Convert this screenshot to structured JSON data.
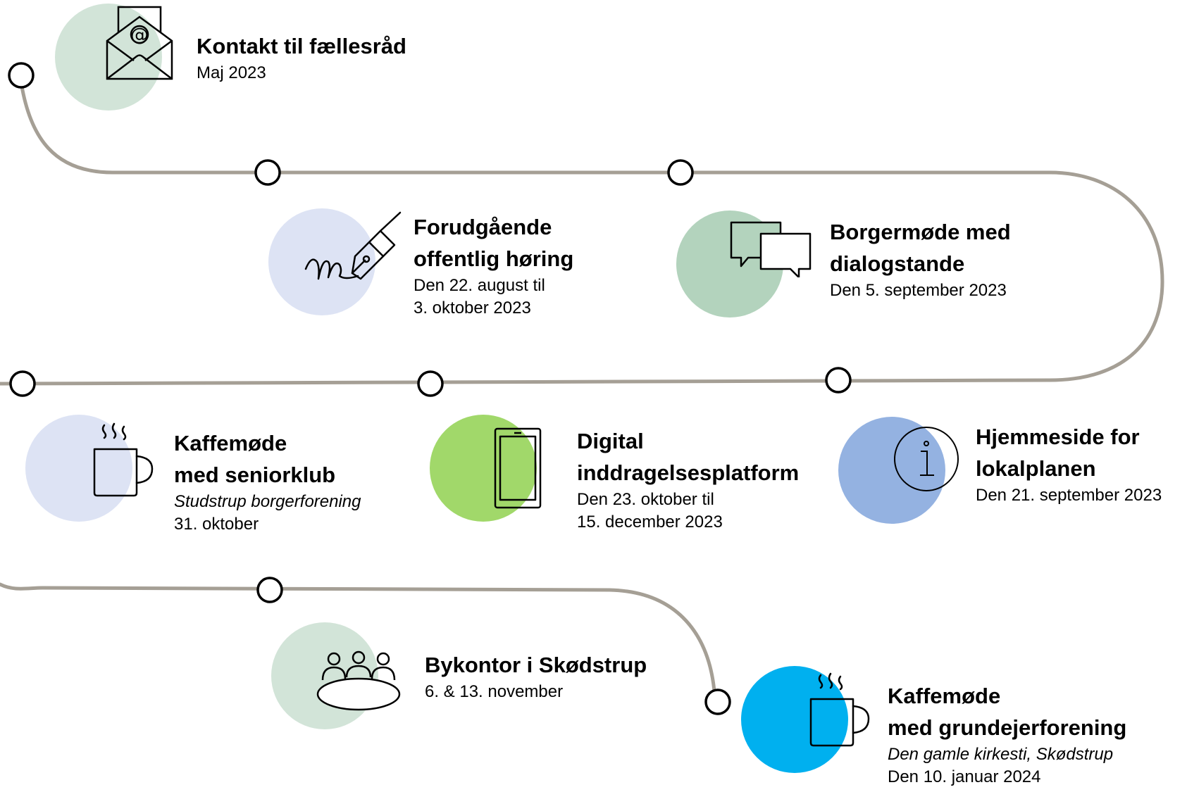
{
  "colors": {
    "path": "#a59f95",
    "green_light": "#d2e4d8",
    "green_mid": "#b3d3bd",
    "lavender": "#dde3f4",
    "lime": "#a1d86a",
    "blue_soft": "#94b2e1",
    "cyan": "#00b0ef"
  },
  "items": [
    {
      "key": "kontakt",
      "icon": "envelope-icon",
      "title_lines": [
        "Kontakt til fællesråd"
      ],
      "lines": [
        "Maj 2023"
      ]
    },
    {
      "key": "horing",
      "icon": "pen-signature-icon",
      "title_lines": [
        "Forudgående",
        "offentlig høring"
      ],
      "lines": [
        "Den 22. august til",
        "3. oktober 2023"
      ]
    },
    {
      "key": "borgermode",
      "icon": "chat-bubbles-icon",
      "title_lines": [
        "Borgermøde med",
        "dialogstande"
      ],
      "lines": [
        "Den 5. september 2023"
      ]
    },
    {
      "key": "seniorklub",
      "icon": "coffee-cup-icon",
      "title_lines": [
        "Kaffemøde",
        "med seniorklub"
      ],
      "italic": "Studstrup borgerforening",
      "lines": [
        "31. oktober"
      ]
    },
    {
      "key": "digital",
      "icon": "tablet-icon",
      "title_lines": [
        "Digital",
        "inddragelsesplatform"
      ],
      "lines": [
        "Den 23. oktober til",
        "15. december 2023"
      ]
    },
    {
      "key": "hjemmeside",
      "icon": "info-icon",
      "title_lines": [
        "Hjemmeside for",
        "lokalplanen"
      ],
      "lines": [
        "Den 21. september 2023"
      ]
    },
    {
      "key": "bykontor",
      "icon": "meeting-table-icon",
      "title_lines": [
        "Bykontor i Skødstrup"
      ],
      "lines": [
        "6. & 13. november"
      ]
    },
    {
      "key": "grundejer",
      "icon": "coffee-cup-icon",
      "title_lines": [
        "Kaffemøde",
        "med grundejerforening"
      ],
      "italic": "Den gamle kirkesti, Skødstrup",
      "lines": [
        "Den 10. januar 2024"
      ]
    }
  ]
}
